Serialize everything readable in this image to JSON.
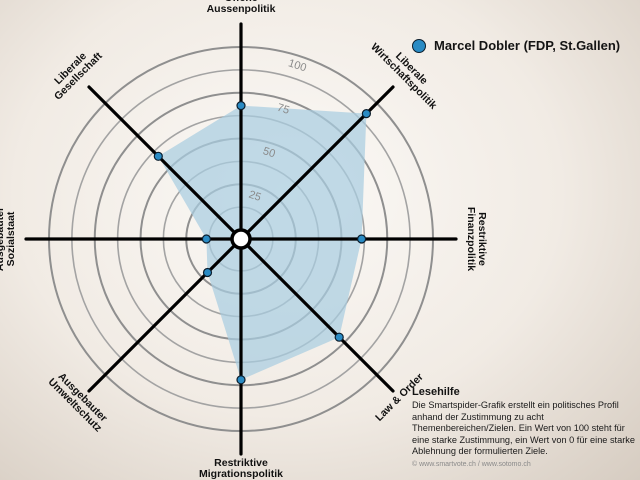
{
  "chart_data": {
    "type": "radar",
    "axes": [
      "Offene\nAussenpolitik",
      "Liberale\nWirtschaftspolitik",
      "Restriktive\nFinanzpolitik",
      "Law & Order",
      "Restriktive\nMigrationspolitik",
      "Ausgebauter\nUmweltschutz",
      "Ausgebauter\nSozialstaat",
      "Liberale\nGesellschaft"
    ],
    "rlim": [
      0,
      100
    ],
    "ring_ticks": [
      25,
      50,
      75,
      100
    ],
    "grid": true,
    "legend_position": "top-right",
    "series": [
      {
        "name": "Marcel Dobler (FDP, St.Gallen)",
        "values": [
          68,
          92,
          61,
          71,
          72,
          21,
          14,
          59
        ],
        "color": "#2a8bc4",
        "fill": "#a9cde0"
      }
    ]
  },
  "help": {
    "title": "Lesehilfe",
    "text": "Die Smartspider-Grafik erstellt ein politisches Profil anhand der Zustimmung zu acht Themenbereichen/Zielen. Ein Wert von 100 steht für eine starke Zustimmung, ein Wert von 0 für eine starke Ablehnung der formulierten Ziele.",
    "credit": "© www.smartvote.ch / www.sotomo.ch"
  }
}
